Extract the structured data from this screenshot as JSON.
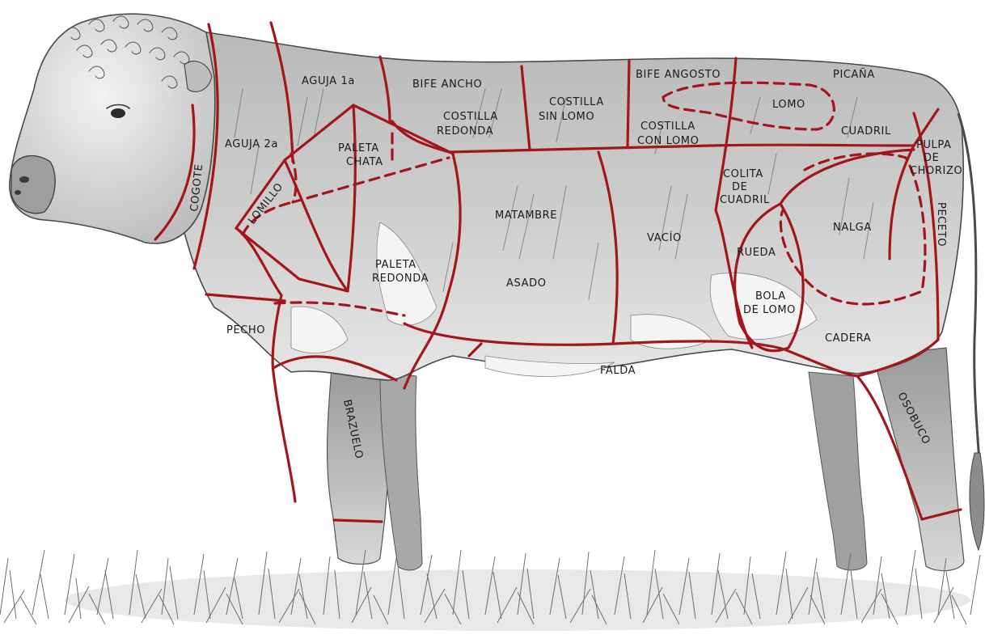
{
  "colors": {
    "cut_line": "#a3161c",
    "body_shade": "#c9c9c9",
    "background": "#ffffff"
  },
  "cuts": [
    {
      "id": "cogote",
      "label": "COGOTE"
    },
    {
      "id": "aguja-2a",
      "label": "AGUJA 2a"
    },
    {
      "id": "aguja-1a",
      "label": "AGUJA 1a"
    },
    {
      "id": "bife-ancho",
      "label": "BIFE ANCHO"
    },
    {
      "id": "costilla-redonda",
      "label": "COSTILLA REDONDA"
    },
    {
      "id": "costilla-sin-lomo",
      "label": "COSTILLA SIN LOMO"
    },
    {
      "id": "bife-angosto",
      "label": "BIFE ANGOSTO"
    },
    {
      "id": "costilla-con-lomo",
      "label": "COSTILLA CON LOMO"
    },
    {
      "id": "picana",
      "label": "PICAÑA"
    },
    {
      "id": "lomo",
      "label": "LOMO"
    },
    {
      "id": "cuadril",
      "label": "CUADRIL"
    },
    {
      "id": "pulpa-de-chorizo",
      "label": "PULPA DE CHORIZO"
    },
    {
      "id": "paleta-chata",
      "label": "PALETA CHATA"
    },
    {
      "id": "lomillo",
      "label": "LOMILLO"
    },
    {
      "id": "matambre",
      "label": "MATAMBRE"
    },
    {
      "id": "colita-de-cuadril",
      "label": "COLITA DE CUADRIL"
    },
    {
      "id": "peceto",
      "label": "PECETO"
    },
    {
      "id": "vacio",
      "label": "VACÍO"
    },
    {
      "id": "nalga",
      "label": "NALGA"
    },
    {
      "id": "paleta-redonda",
      "label": "PALETA REDONDA"
    },
    {
      "id": "rueda",
      "label": "RUEDA"
    },
    {
      "id": "asado",
      "label": "ASADO"
    },
    {
      "id": "bola-de-lomo",
      "label": "BOLA DE LOMO"
    },
    {
      "id": "pecho",
      "label": "PECHO"
    },
    {
      "id": "cadera",
      "label": "CADERA"
    },
    {
      "id": "falda",
      "label": "FALDA"
    },
    {
      "id": "brazuelo",
      "label": "BRAZUELO"
    },
    {
      "id": "osobuco",
      "label": "OSOBUCO"
    }
  ]
}
